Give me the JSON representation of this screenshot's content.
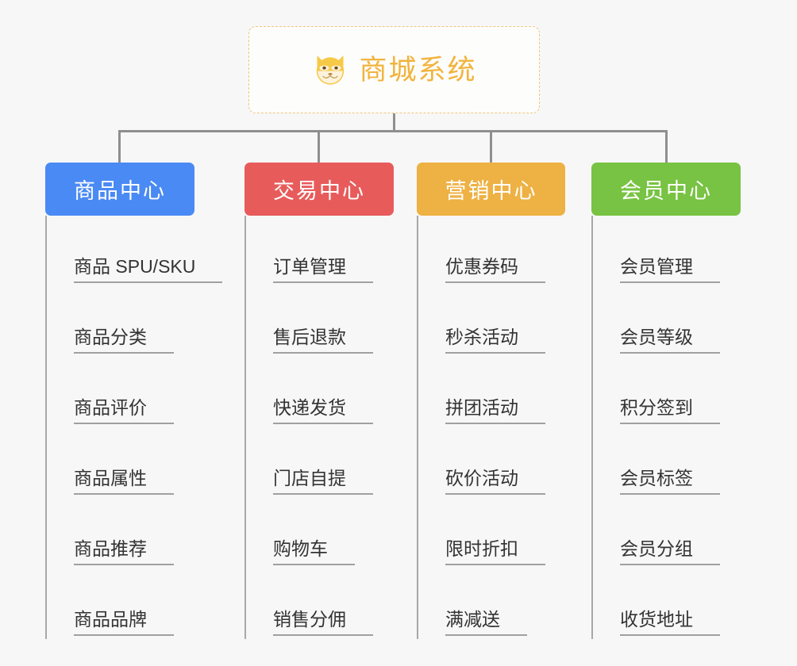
{
  "canvas": {
    "background_color": "#f7f7f7"
  },
  "root": {
    "title": "商城系统",
    "icon": "shiba-dog-icon",
    "text_color": "#f2b33d",
    "border_color": "#eec77c",
    "background_color": "#fdfdfc"
  },
  "connector": {
    "color": "#8f8f8f"
  },
  "branches": [
    {
      "label": "商品中心",
      "color": "#4a8af4",
      "items": [
        "商品 SPU/SKU",
        "商品分类",
        "商品评价",
        "商品属性",
        "商品推荐",
        "商品品牌"
      ]
    },
    {
      "label": "交易中心",
      "color": "#e85b5b",
      "items": [
        "订单管理",
        "售后退款",
        "快递发货",
        "门店自提",
        "购物车",
        "销售分佣"
      ]
    },
    {
      "label": "营销中心",
      "color": "#eeb143",
      "items": [
        "优惠券码",
        "秒杀活动",
        "拼团活动",
        "砍价活动",
        "限时折扣",
        "满减送"
      ]
    },
    {
      "label": "会员中心",
      "color": "#78c343",
      "items": [
        "会员管理",
        "会员等级",
        "积分签到",
        "会员标签",
        "会员分组",
        "收货地址"
      ]
    }
  ]
}
